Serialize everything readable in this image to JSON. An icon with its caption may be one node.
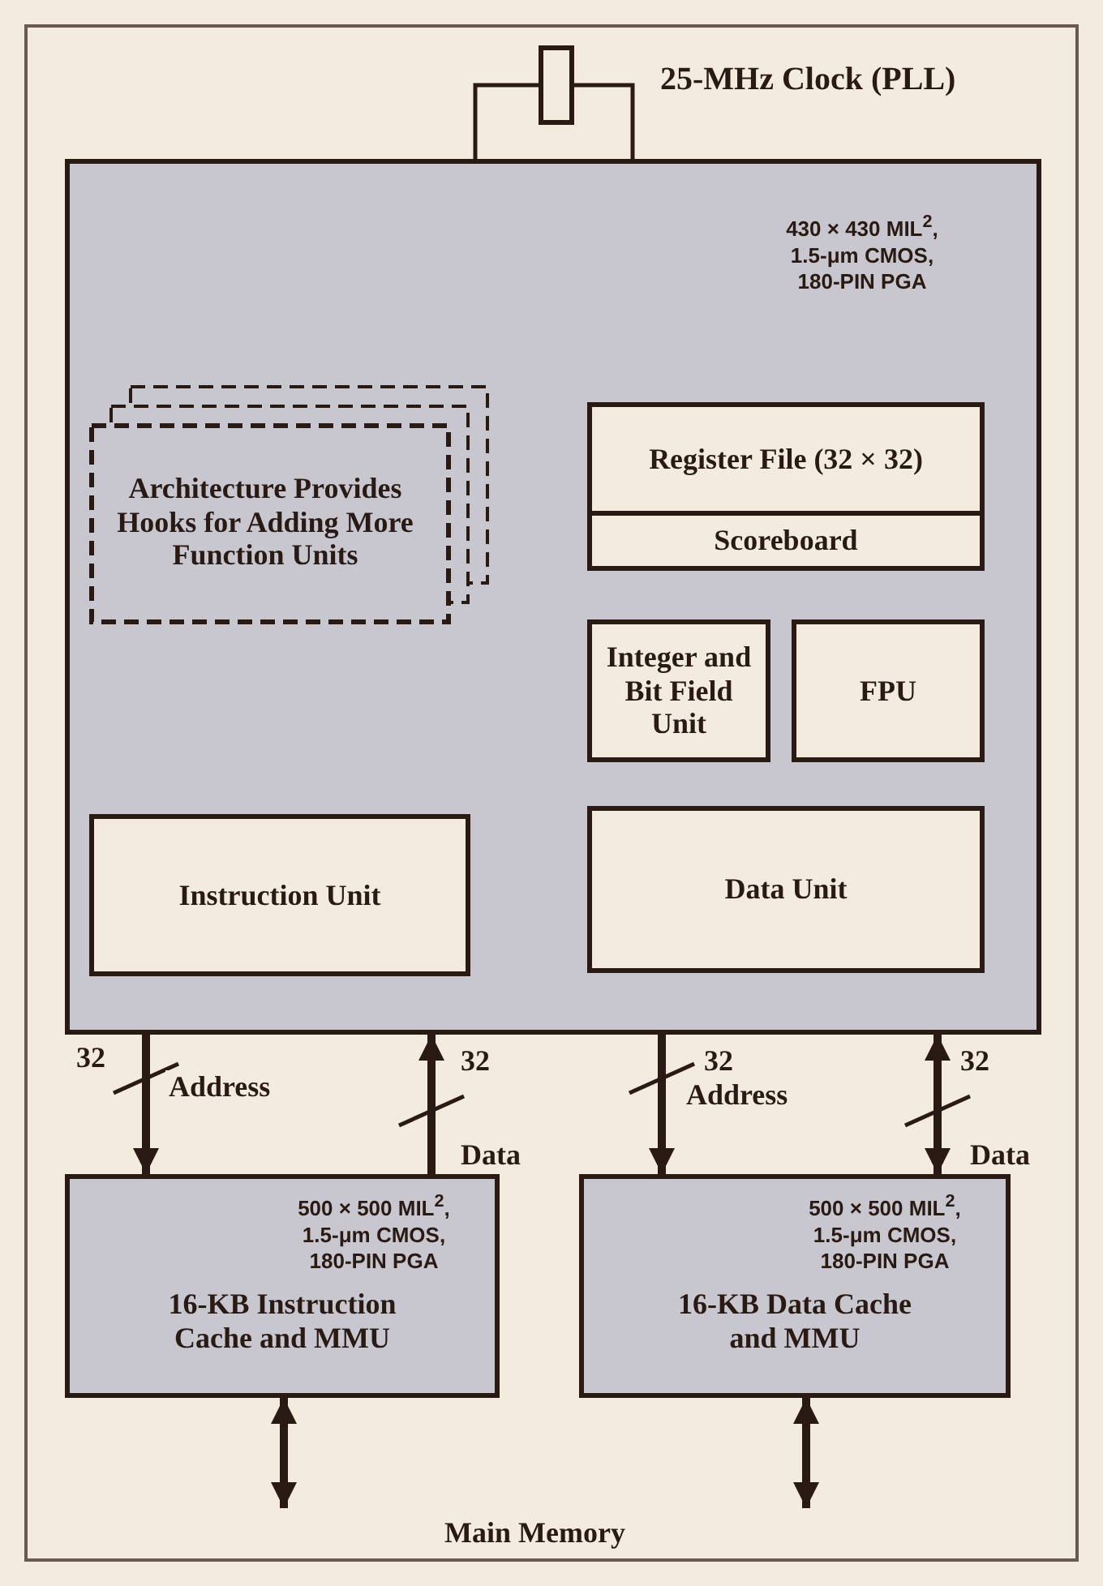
{
  "diagram": {
    "nodes": [
      {
        "text": [],
        "shape": "box",
        "beside": [
          "25-MHz Clock (PLL)"
        ]
      },
      {
        "text": [
          "430 × 430 MIL$^{2}$, 1.5-μm CMOS, 180-PIN PGA"
        ]
      },
      {
        "text": [
          "Architecture Provides Hooks for Adding More Function Units"
        ],
        "in": 1
      },
      {
        "text": [
          "Register File (32 × 32)"
        ],
        "in": 1
      },
      {
        "text": [
          "Scoreboard"
        ],
        "in": 1
      },
      {
        "text": [
          "Integer and Bit Field Unit"
        ],
        "in": 1
      },
      {
        "text": [
          "FPU"
        ],
        "in": 1
      },
      {
        "text": [
          "Instruction Unit"
        ],
        "in": 1
      },
      {
        "text": [
          "Data Unit"
        ],
        "in": 1
      },
      {
        "text": [
          "500 × 500 MIL$^{2}$, 1.5-μm CMOS, 180-PIN PGA",
          "16-KB Instruction Cache and MMU"
        ]
      },
      {
        "text": [
          "500 × 500 MIL$^{2}$, 1.5-μm CMOS, 180-PIN PGA",
          "16-KB Data Cache and MMU"
        ]
      }
    ],
    "edges": [
      {
        "from": 0,
        "to": 1,
        "arrow": "none"
      },
      {
        "from": 0,
        "to": 1,
        "arrow": "none"
      },
      {
        "from": 1,
        "to": 9,
        "arrow": "to",
        "label": "Address"
      },
      {
        "from": 9,
        "to": 1,
        "arrow": "to",
        "label": "Data"
      },
      {
        "from": 1,
        "to": 10,
        "arrow": "to",
        "label": "Address"
      },
      {
        "from": 1,
        "to": 10,
        "arrow": "both",
        "label": "Data"
      },
      {
        "from": 9,
        "to": null,
        "arrow": "both"
      },
      {
        "from": 10,
        "to": null,
        "arrow": "both"
      }
    ],
    "labels": [
      "32",
      "32",
      "32",
      "32",
      "Main Memory"
    ]
  }
}
